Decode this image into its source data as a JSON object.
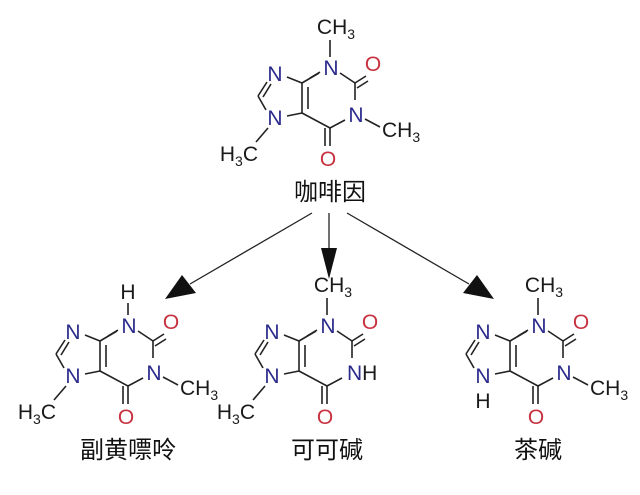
{
  "diagram": {
    "title": "Caffeine metabolites",
    "parent": {
      "name": "咖啡因",
      "substituents": {
        "N1": "CH3",
        "N3": "CH3",
        "N7": "CH3",
        "N9": ""
      }
    },
    "children": [
      {
        "name": "副黄嘌呤",
        "substituents": {
          "N1": "CH3",
          "N3": "H",
          "N7": "CH3",
          "N9": ""
        }
      },
      {
        "name": "可可碱",
        "substituents": {
          "N1": "H",
          "N3": "CH3",
          "N7": "CH3",
          "N9": ""
        }
      },
      {
        "name": "茶碱",
        "substituents": {
          "N1": "CH3",
          "N3": "CH3",
          "N7": "H",
          "N9": ""
        }
      }
    ],
    "atom_labels": {
      "nitrogen": "N",
      "oxygen": "O",
      "methyl": "CH",
      "methyl_sub": "3",
      "hydrogen": "H"
    },
    "colors": {
      "nitrogen": "#2b2b8c",
      "oxygen": "#c83240",
      "bond": "#222222"
    }
  }
}
